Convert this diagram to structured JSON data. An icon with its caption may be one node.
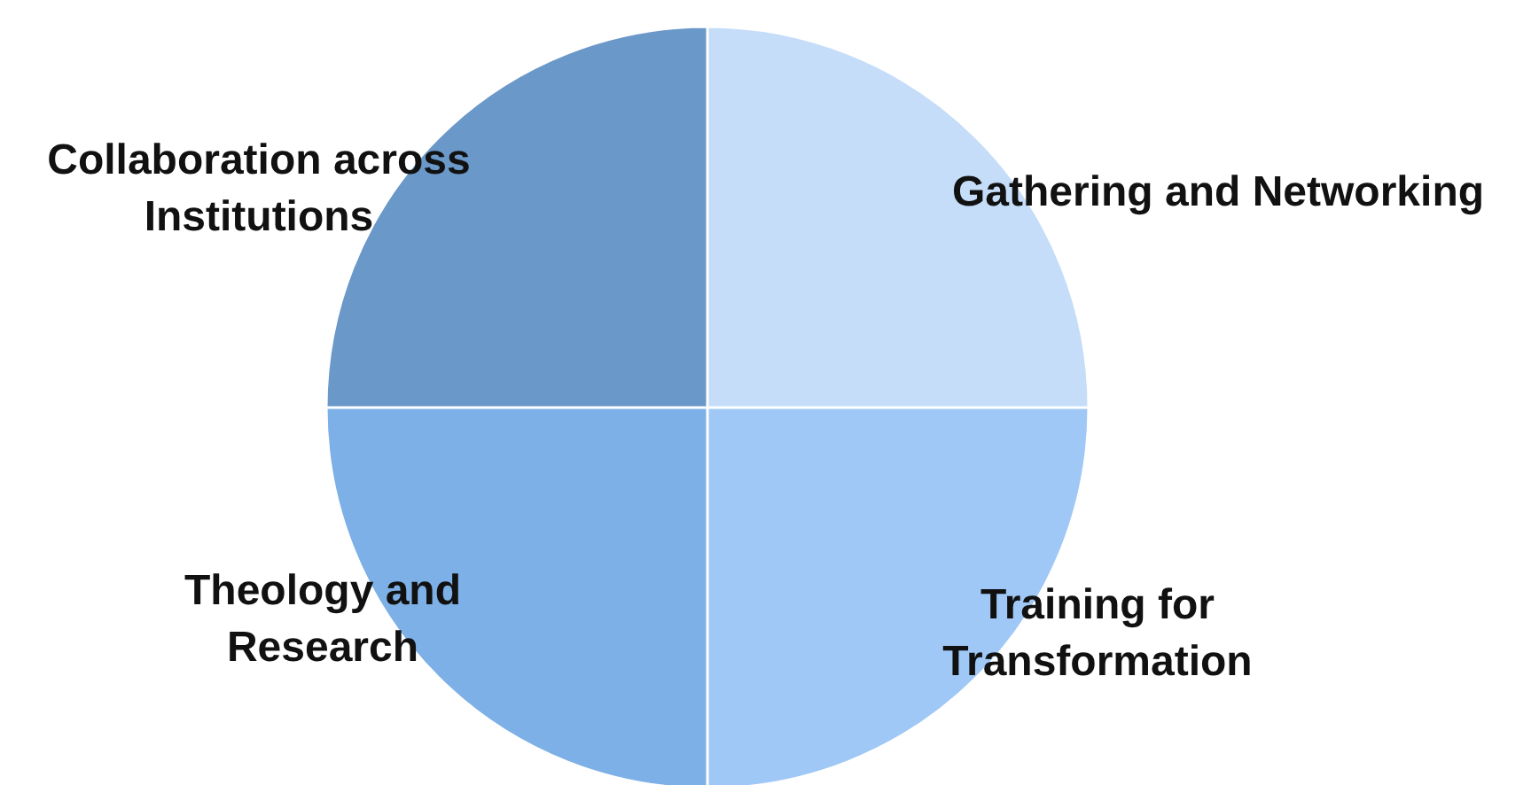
{
  "diagram": {
    "nodes": [
      {
        "text": [
          "Collaboration across Institutions"
        ]
      },
      {
        "text": [
          "Gathering and Networking"
        ]
      },
      {
        "text": [
          "Theology and Research"
        ]
      },
      {
        "text": [
          "Training for Transformation"
        ]
      }
    ]
  }
}
